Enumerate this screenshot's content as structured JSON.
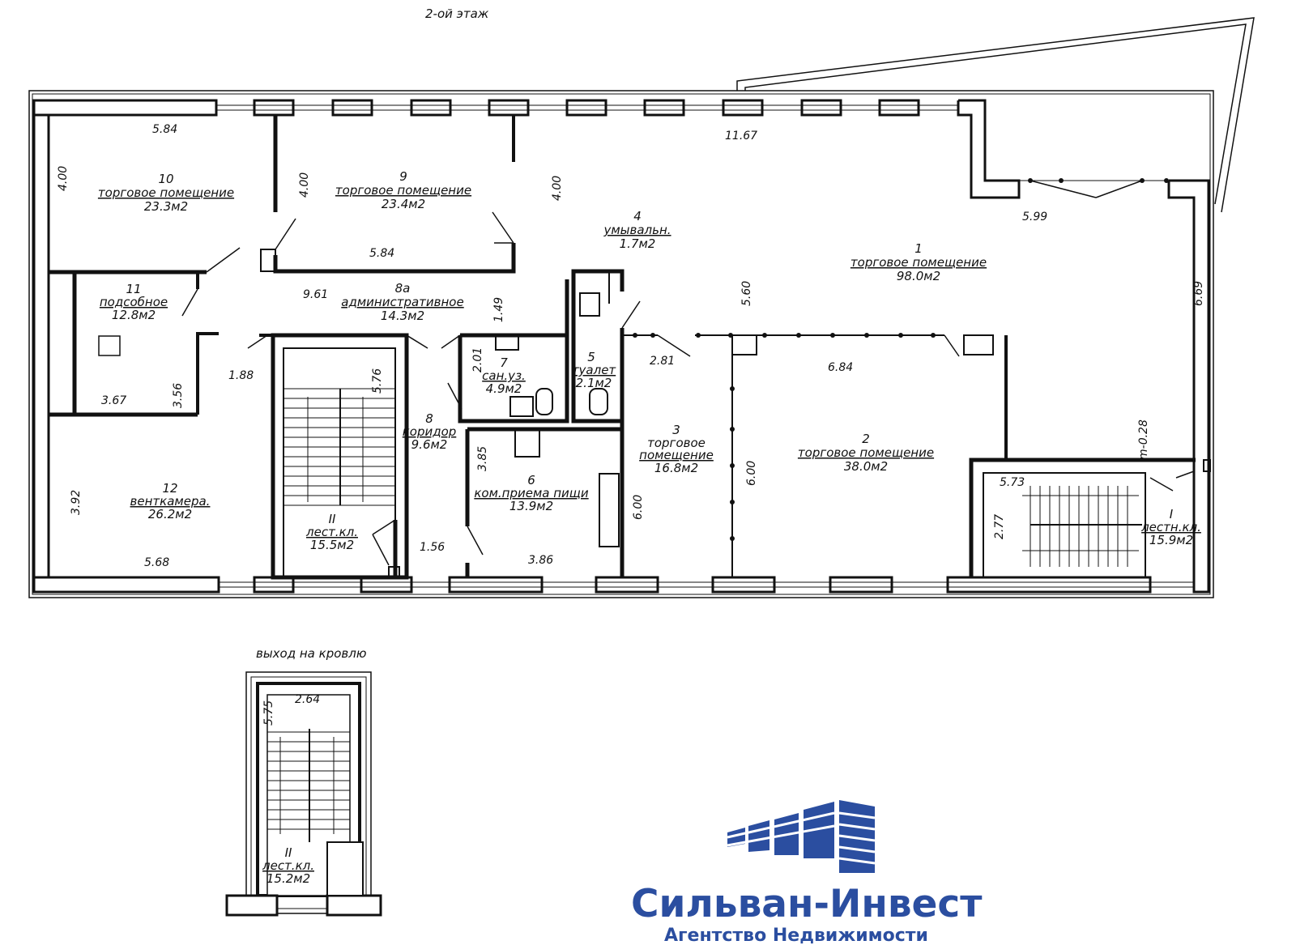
{
  "titles": {
    "floor": "2-ой этаж",
    "roof_exit": "выход на кровлю"
  },
  "rooms": {
    "r10": {
      "num": "10",
      "name": "торговое помещение",
      "area": "23.3м2"
    },
    "r9": {
      "num": "9",
      "name": "торговое помещение",
      "area": "23.4м2"
    },
    "r4": {
      "num": "4",
      "name": "умывальн.",
      "area": "1.7м2"
    },
    "r1": {
      "num": "1",
      "name": "торговое помещение",
      "area": "98.0м2"
    },
    "r11": {
      "num": "11",
      "name": "подсобное",
      "area": "12.8м2"
    },
    "r8a": {
      "num": "8а",
      "name": "административное",
      "area": "14.3м2"
    },
    "r7": {
      "num": "7",
      "name": "сан.уз.",
      "area": "4.9м2"
    },
    "r5": {
      "num": "5",
      "name": "туалет",
      "area": "2.1м2"
    },
    "r8": {
      "num": "8",
      "name": "коридор",
      "area": "9.6м2"
    },
    "r3": {
      "num": "3",
      "name1": "торговое",
      "name2": "помещение",
      "area": "16.8м2"
    },
    "r2": {
      "num": "2",
      "name": "торговое помещение",
      "area": "38.0м2"
    },
    "r12": {
      "num": "12",
      "name": "венткамера.",
      "area": "26.2м2"
    },
    "r6": {
      "num": "6",
      "name": "ком.приема пищи",
      "area": "13.9м2"
    },
    "rII": {
      "num": "II",
      "name": "лест.кл.",
      "area": "15.5м2"
    },
    "rI": {
      "num": "I",
      "name": "лестн.кл.",
      "area": "15.9м2"
    },
    "rII_roof": {
      "num": "II",
      "name": "лест.кл.",
      "area": "15.2м2"
    }
  },
  "dimensions": {
    "d1": "5.84",
    "d2": "11.67",
    "d3": "4.00",
    "d4": "4.00",
    "d5": "4.00",
    "d6": "5.99",
    "d7": "5.84",
    "d8": "9.61",
    "d9": "1.49",
    "d10": "5.60",
    "d11": "6.69",
    "d12": "2.01",
    "d13": "2.81",
    "d14": "6.84",
    "d15": "1.88",
    "d16": "5.76",
    "d17": "3.67",
    "d18": "3.56",
    "d19": "3.85",
    "d20": "m-0.28",
    "d21": "6.00",
    "d22": "6.00",
    "d23": "3.92",
    "d24": "5.73",
    "d25": "2.77",
    "d26": "1.56",
    "d27": "3.86",
    "d28": "5.68",
    "d29": "5.75",
    "d30": "2.64"
  },
  "brand": {
    "name": "Сильван-Инвест",
    "tagline": "Агентство Недвижимости"
  },
  "colors": {
    "brand": "#2b4ea0",
    "line": "#111111"
  }
}
